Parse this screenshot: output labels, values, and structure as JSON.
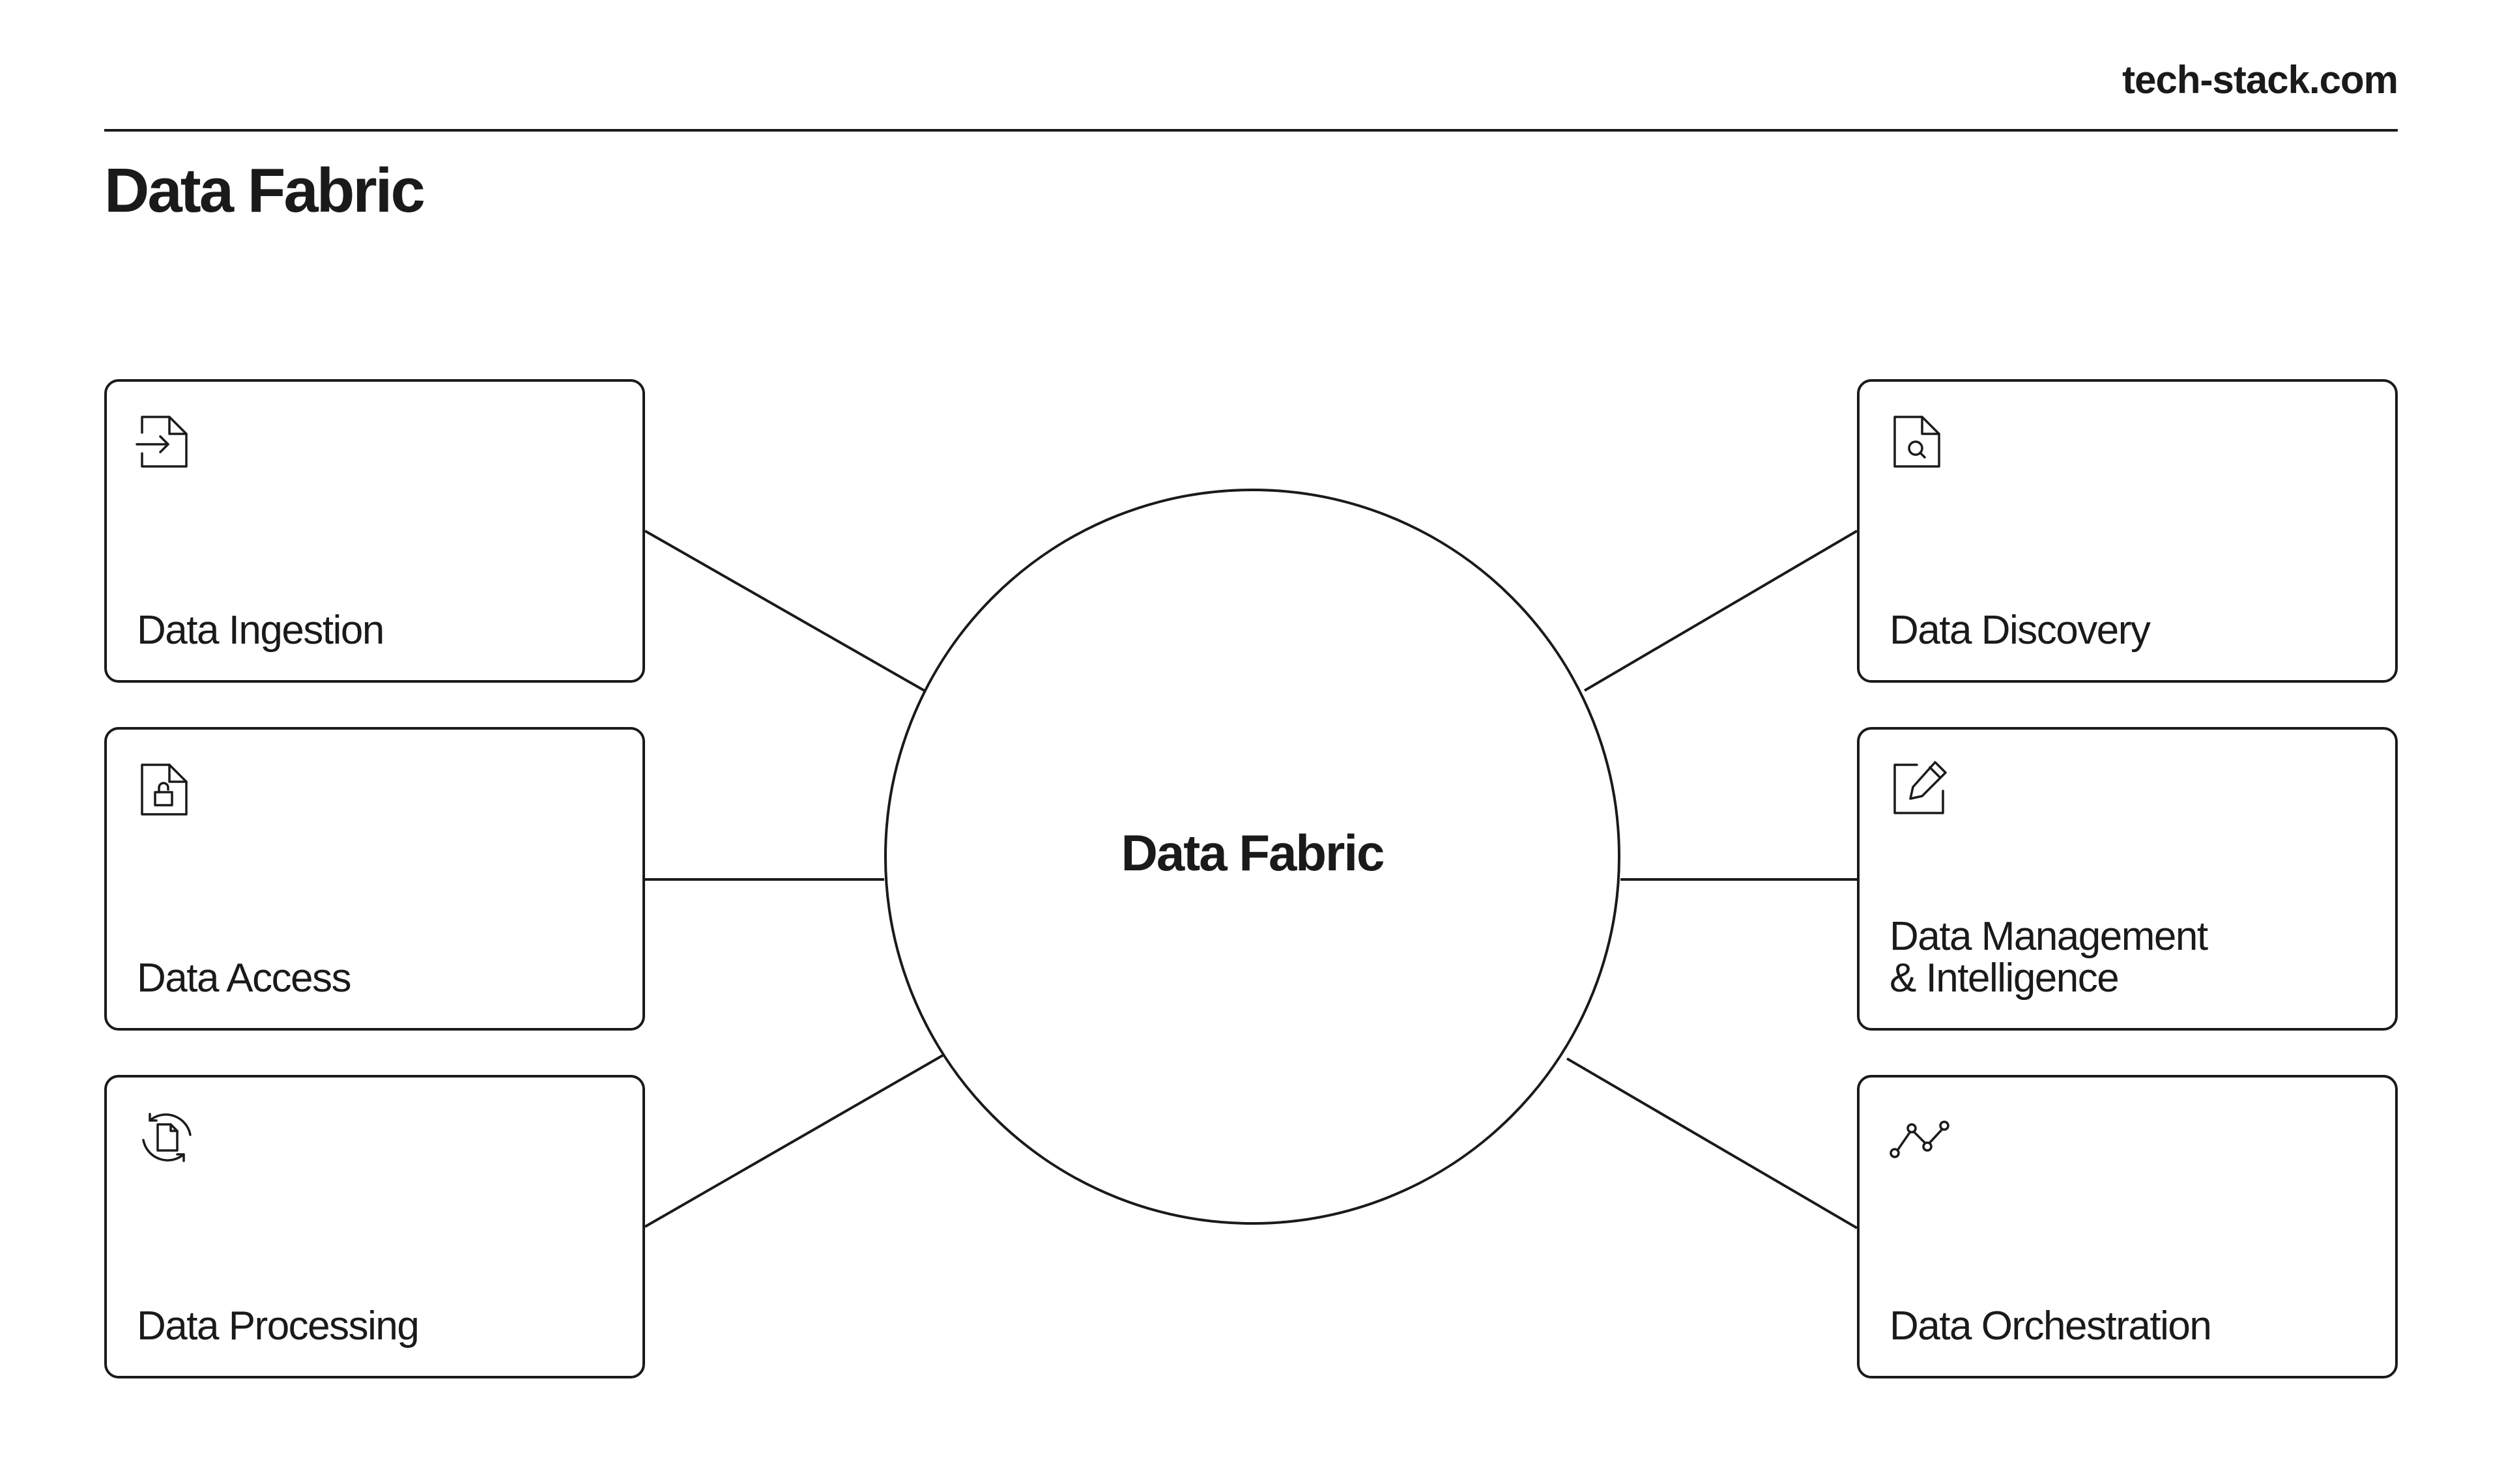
{
  "header": {
    "brand": "tech-stack.com",
    "title": "Data Fabric"
  },
  "hub": {
    "label": "Data Fabric"
  },
  "cards": {
    "ingestion": {
      "label": "Data Ingestion",
      "icon": "file-import-icon"
    },
    "access": {
      "label": "Data Access",
      "icon": "file-lock-icon"
    },
    "processing": {
      "label": "Data Processing",
      "icon": "file-refresh-icon"
    },
    "discovery": {
      "label": "Data Discovery",
      "icon": "file-search-icon"
    },
    "management": {
      "label": "Data Management\n& Intelligence",
      "icon": "edit-icon"
    },
    "orchestration": {
      "label": "Data Orchestration",
      "icon": "line-graph-icon"
    }
  },
  "colors": {
    "stroke": "#1a1a1a",
    "background": "#ffffff"
  }
}
